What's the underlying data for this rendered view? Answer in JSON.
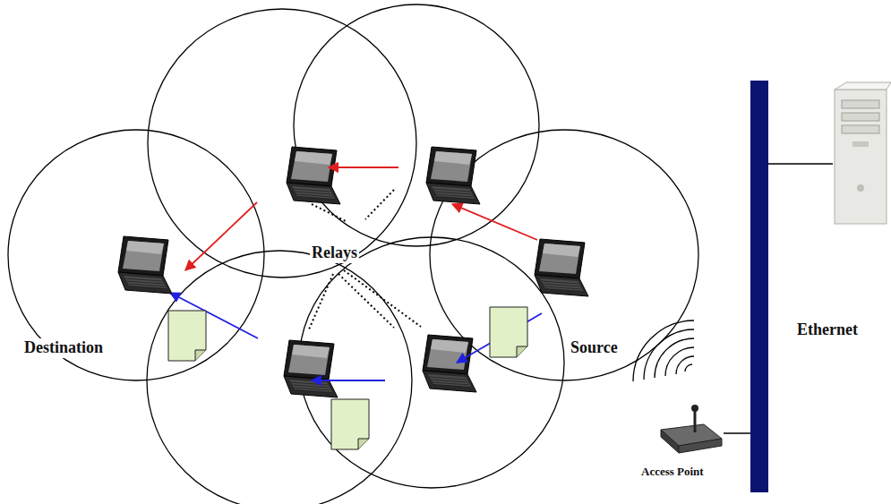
{
  "diagram": {
    "nodes": [
      {
        "text": [
          "Destination"
        ]
      },
      {
        "text": [
          "Source"
        ]
      },
      {
        "text": [
          "Access Point"
        ]
      },
      {
        "text": [
          "Ethernet"
        ]
      }
    ],
    "edges": [
      {
        "from": 2,
        "to": 3,
        "arrow": "none"
      }
    ],
    "labels": [
      "Relays"
    ]
  }
}
